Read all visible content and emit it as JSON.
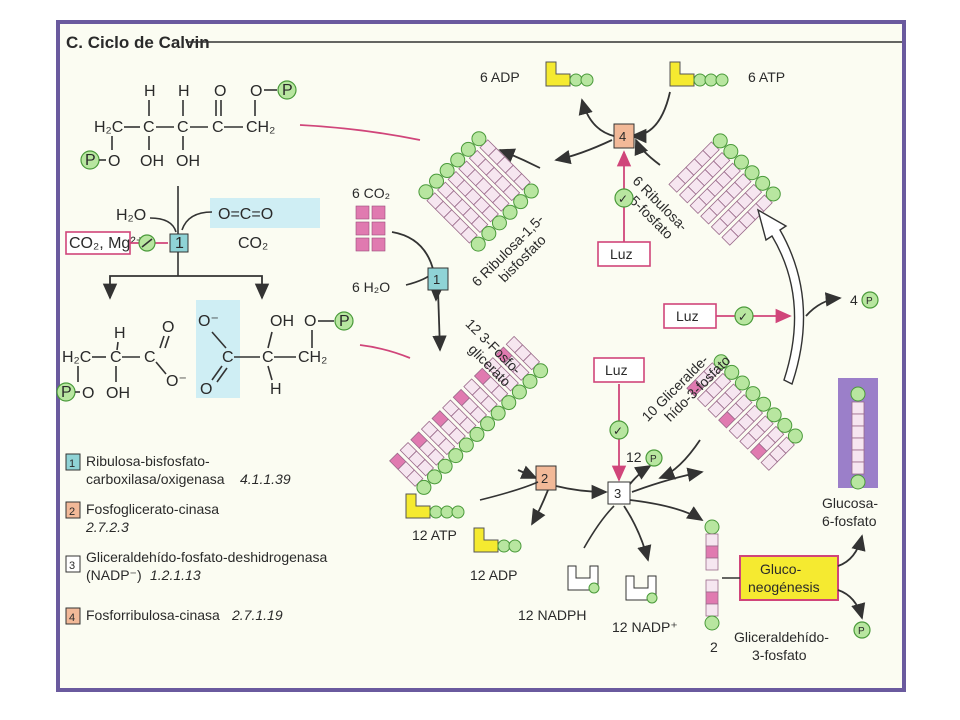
{
  "title": "C. Ciclo de Calvin",
  "colors": {
    "frame": "#6a5a9e",
    "enzyme1": "#8fd3d6",
    "enzyme2": "#f2b998",
    "enzyme4": "#f2b998",
    "phosphate": "#b8e6a0",
    "carbon_pink": "#e07ab0",
    "adenine": "#f5ea30",
    "luz_border": "#d0457a",
    "glucosa": "#9b7fc9",
    "highlight": "#cfeef4"
  },
  "structure": {
    "ribulose": {
      "h_row": [
        "H",
        "H",
        "O",
        "O"
      ],
      "chain": [
        "H₂C",
        "C",
        "C",
        "C",
        "CH₂"
      ],
      "bottom": [
        "O",
        "OH",
        "OH"
      ],
      "p_top": "P",
      "p_bottom": "P"
    },
    "reactants": {
      "water": "H₂O",
      "co2_formula": "O=C=O",
      "co2_label": "CO₂",
      "cofactor": "CO₂, Mg²⁺",
      "enzyme_num": "1"
    },
    "product_left": {
      "chain": [
        "H₂C",
        "C",
        "C"
      ],
      "h_label": "H",
      "o_top": "O",
      "oh_bottom": "OH",
      "o_minus": "O⁻",
      "p": "P",
      "o_bottom": "O"
    },
    "product_right": {
      "o_top": "O⁻",
      "oh": "OH",
      "o": "O",
      "p": "P",
      "c": "C",
      "c2": "C",
      "ch2": "CH₂",
      "o_bottom": "O",
      "h": "H"
    }
  },
  "legend": [
    {
      "num": "1",
      "line1": "Ribulosa-bisfosfato-",
      "line2": "carboxilasa/oxigenasa",
      "ec": "4.1.1.39"
    },
    {
      "num": "2",
      "line1": "Fosfoglicerato-cinasa",
      "line2": "",
      "ec": "2.7.2.3"
    },
    {
      "num": "3",
      "line1": "Gliceraldehído-fosfato-deshidrogenasa",
      "line2": "(NADP⁻)",
      "ec": "1.2.1.13"
    },
    {
      "num": "4",
      "line1": "Fosforribulosa-cinasa",
      "line2": "",
      "ec": "2.7.1.19"
    }
  ],
  "cycle": {
    "co2_in": "6 CO₂",
    "h2o_in": "6 H₂O",
    "adp_top": "6 ADP",
    "atp_top": "6 ATP",
    "rubp": [
      "6 Ribulosa-1,5-",
      "bisfosfato"
    ],
    "ru5p": [
      "6  Ribulosa-",
      "5-fosfato"
    ],
    "pga": [
      "12  3-Fosfo-",
      "glicerato"
    ],
    "gap": [
      "10  Gliceralde-",
      "hído-3-fosfato"
    ],
    "luz": [
      "Luz",
      "Luz",
      "Luz"
    ],
    "atp_12": "12 ATP",
    "adp_12": "12 ADP",
    "nadph": "12 NADPH",
    "nadp": "12 NADP⁺",
    "pi_12": "12",
    "pi_4": "4",
    "pi_p": "P",
    "glucosa": [
      "Glucosa-",
      "6-fosfato"
    ],
    "gluconeo": [
      "Gluco-",
      "neogénesis"
    ],
    "gap_out_num": "2",
    "gap_out": [
      "Gliceraldehído-",
      "3-fosfato"
    ],
    "enzyme_nums": [
      "1",
      "2",
      "3",
      "4"
    ],
    "check": "✓"
  }
}
